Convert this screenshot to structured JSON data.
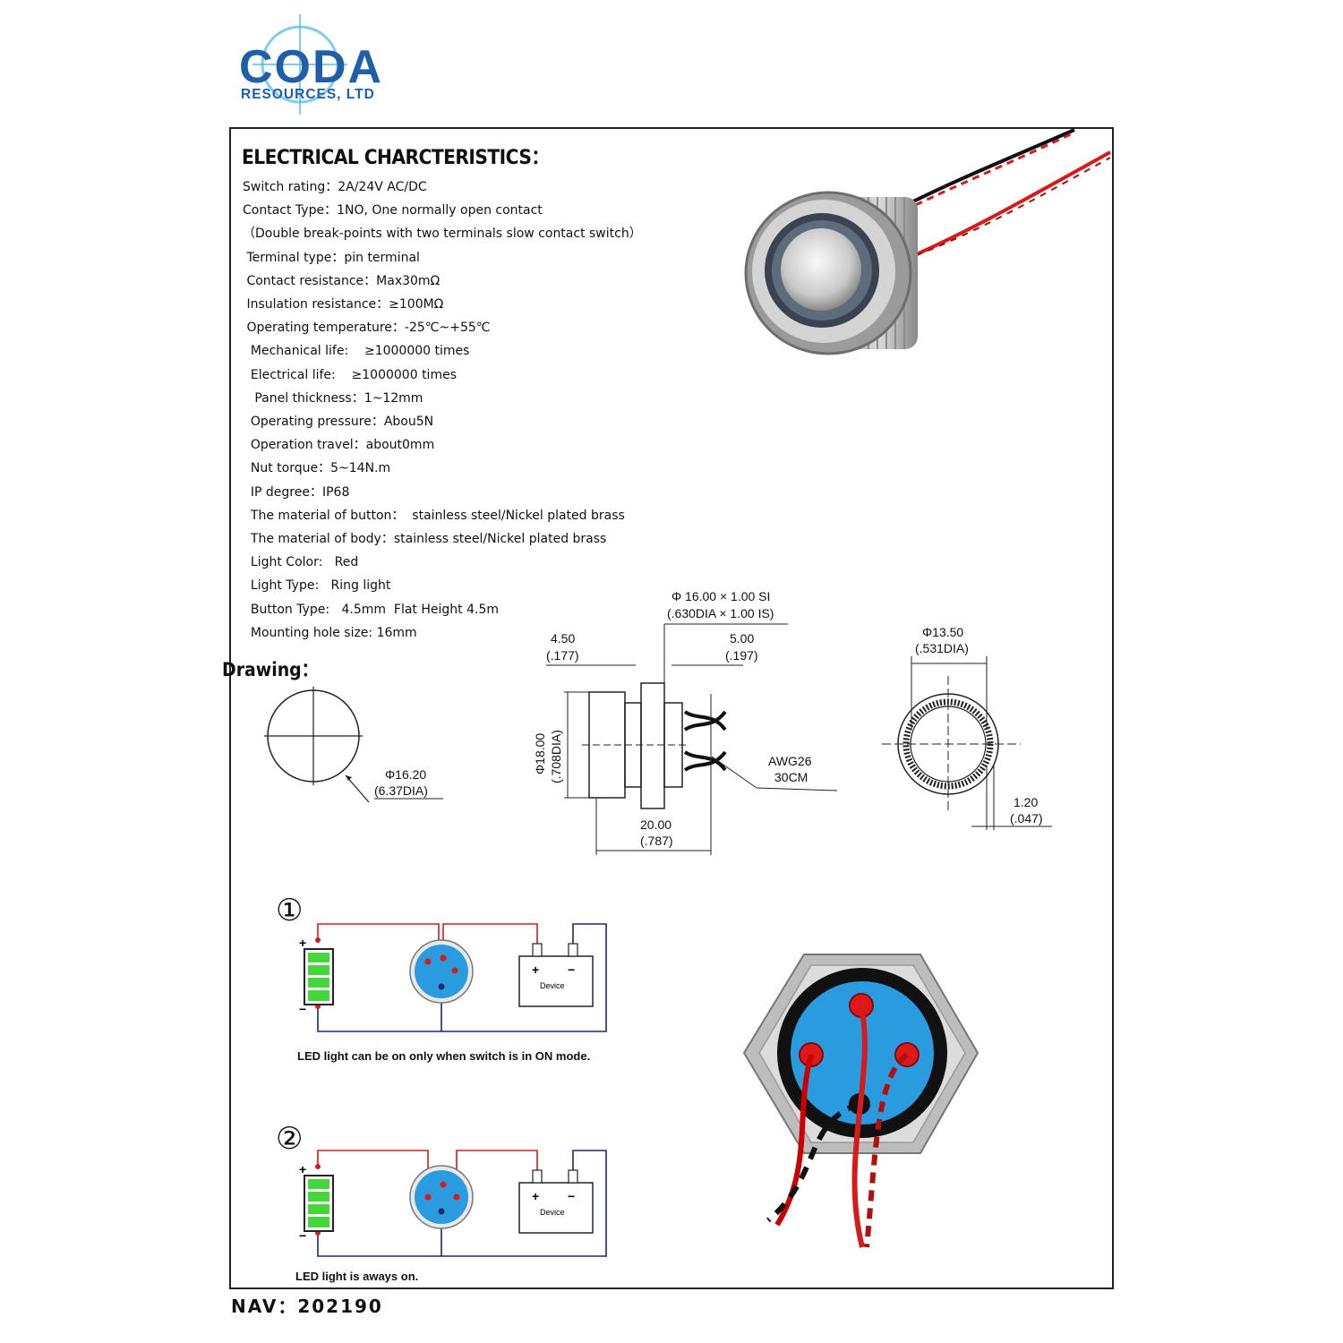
{
  "logo": {
    "name": "CODA",
    "subtitle": "RESOURCES, LTD"
  },
  "spec_title": "ELECTRICAL CHARCTERISTICS：",
  "specs": [
    "Switch rating：2A/24V AC/DC",
    "Contact Type：1NO, One normally open contact",
    "（Double break-points with two terminals slow contact switch）",
    " Terminal type：pin terminal",
    " Contact resistance：Max30mΩ",
    " Insulation resistance：≥100MΩ",
    " Operating temperature：-25℃~+55℃",
    "  Mechanical life:    ≥1000000 times",
    "  Electrical life:    ≥1000000 times",
    "   Panel thickness：1~12mm",
    "  Operating pressure：Abou5N",
    "  Operation travel：about0mm",
    "  Nut torque：5~14N.m",
    "  IP degree：IP68",
    "  The material of button：  stainless steel/Nickel plated brass",
    "  The material of body：stainless steel/Nickel plated brass",
    "  Light Color:   Red",
    "  Light Type:   Ring light",
    "  Button Type:   4.5mm  Flat Height 4.5m",
    "  Mounting hole size: 16mm"
  ],
  "drawing_label": "Drawing：",
  "dimensions": {
    "thread_1": "Φ 16.00 × 1.00 SI",
    "thread_2": "(.630DIA × 1.00 IS)",
    "d450_1": "4.50",
    "d450_2": "(.177)",
    "d500_1": "5.00",
    "d500_2": "(.197)",
    "d18_1": "Φ18.00",
    "d18_2": "(.708DIA)",
    "d20_1": "20.00",
    "d20_2": "(.787)",
    "awg_1": "AWG26",
    "awg_2": "30CM",
    "d1350_1": "Φ13.50",
    "d1350_2": "(.531DIA)",
    "d120_1": "1.20",
    "d120_2": "(.047)",
    "d1620_1": "Φ16.20",
    "d1620_2": "(6.37DIA)"
  },
  "circuits": [
    {
      "number": "①",
      "device_label": "Device",
      "plus": "+",
      "minus": "−",
      "caption": "LED light can be on only when switch is in ON mode."
    },
    {
      "number": "②",
      "device_label": "Device",
      "plus": "+",
      "minus": "−",
      "caption": "LED light is aways on."
    }
  ],
  "nav": "NAV：202190",
  "colors": {
    "logo_blue": "#1f5fa8",
    "wire_red": "#d81a1a",
    "wire_navy": "#1a2a6b",
    "battery_green": "#44d63a",
    "switch_blue": "#2b9be0"
  }
}
